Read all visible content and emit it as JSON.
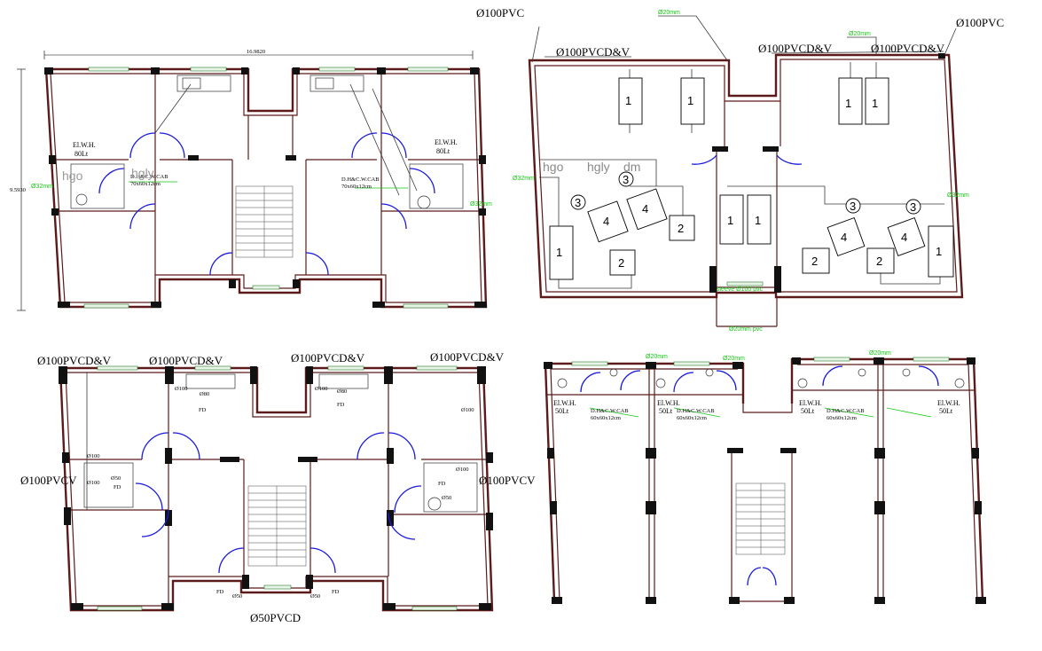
{
  "plan1": {
    "dim_width": "16.9820",
    "dim_height": "9.5930",
    "ewh_left": "El.W.H.",
    "ewh_left_cap": "80Lt",
    "ewh_right": "El.W.H.",
    "ewh_right_cap": "80Lt",
    "cab_left": "D.H&C.W.CAB",
    "cab_left_size": "70x60x12cm",
    "cab_right": "D.H&C.W.CAB",
    "cab_right_size": "70x60x12cm",
    "pipe_left": "Ø32mm",
    "pipe_right": "Ø32mm",
    "ghost_text_1": "hgo",
    "ghost_text_2": "hgly"
  },
  "plan2": {
    "pvc_left": "Ø100PVC",
    "pvc_right": "Ø100PVC",
    "pvcd_left": "Ø100PVCD&V",
    "pvcd_mid": "Ø100PVCD&V",
    "pvcd_right": "Ø100PVCD&V",
    "pipe_20_left": "Ø20mm",
    "pipe_20_right": "Ø20mm",
    "pipe_32_left": "Ø32mm",
    "pipe_32_right": "Ø32mm",
    "sleeve": "sleeve Ø100 pvc",
    "pipe_20_pvc": "Ø20mm pvc",
    "ghost_text_1": "hgo",
    "ghost_text_2": "hgly",
    "ghost_text_3": "dm",
    "fixture_numbers": [
      "1",
      "1",
      "1",
      "1",
      "1",
      "1",
      "1",
      "1",
      "2",
      "2",
      "2",
      "2",
      "3",
      "3",
      "3",
      "3",
      "4",
      "4",
      "4",
      "4"
    ]
  },
  "plan3": {
    "pvcd_1": "Ø100PVCD&V",
    "pvcd_2": "Ø100PVCD&V",
    "pvcd_3": "Ø100PVCD&V",
    "pvcd_4": "Ø100PVCD&V",
    "pvcv_left": "Ø100PVCV",
    "pvcv_right": "Ø100PVCV",
    "bottom": "Ø50PVCD",
    "p100": "Ø100",
    "p50": "Ø50",
    "p80": "Ø80",
    "fd": "FD",
    "p100_b": "Ø100",
    "p80_b": "Ø80",
    "fd_b": "FD",
    "p100_c": "Ø100",
    "p100_d": "Ø100",
    "p50_d": "Ø50",
    "fd_d": "FD",
    "p100_e": "Ø100",
    "fd_e": "FD",
    "p50_e": "Ø50",
    "p100_f": "Ø100",
    "fd_bl": "FD",
    "p50_bl": "Ø50",
    "fd_br": "FD",
    "p50_br": "Ø50"
  },
  "plan4": {
    "pipe_a": "Ø20mm",
    "pipe_b": "Ø20mm",
    "pipe_c": "Ø20mm",
    "ewh": [
      "El.W.H.",
      "El.W.H.",
      "El.W.H.",
      "El.W.H."
    ],
    "ewh_cap": [
      "50Lt",
      "50Lt",
      "50Lt",
      "50Lt"
    ],
    "cab": [
      "D.H&C.W.CAB",
      "D.H&C.W.CAB",
      "D.H&C.W.CAB"
    ],
    "cab_size": [
      "60x60x12cm",
      "60x60x12cm",
      "60x60x12cm"
    ]
  },
  "colors": {
    "wall": "#5c1a1a",
    "door": "#1a1adc",
    "pipe_label": "#14c814",
    "column": "#111111"
  }
}
